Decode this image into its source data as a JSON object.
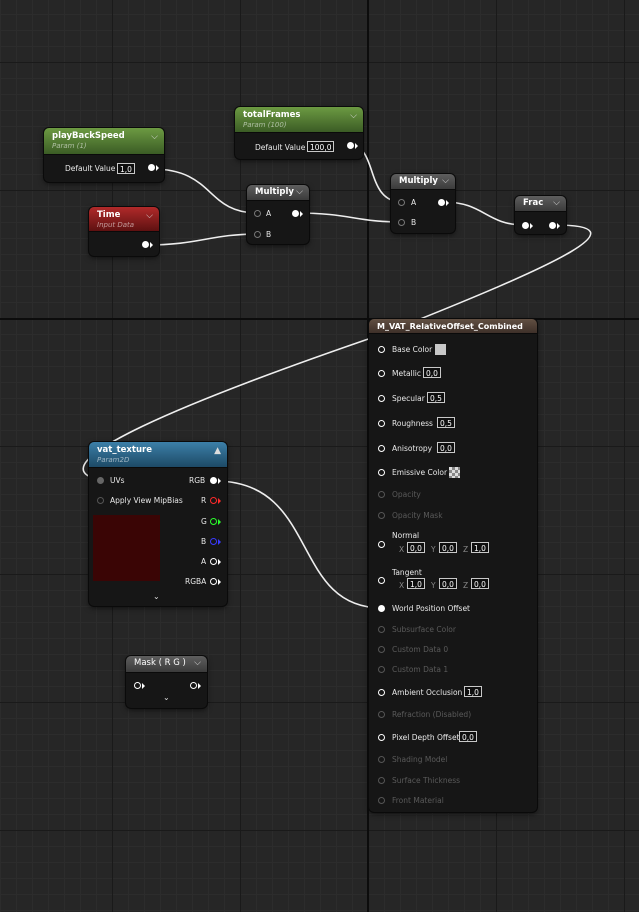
{
  "nodes": {
    "playbackspeed": {
      "title": "playBackSpeed",
      "subtitle": "Param (1)",
      "label": "Default Value",
      "value": "1,0"
    },
    "totalframes": {
      "title": "totalFrames",
      "subtitle": "Param (100)",
      "label": "Default Value",
      "value": "100,0"
    },
    "time": {
      "title": "Time",
      "subtitle": "Input Data"
    },
    "multiply1": {
      "title": "Multiply",
      "pin_a": "A",
      "pin_b": "B"
    },
    "multiply2": {
      "title": "Multiply",
      "pin_a": "A",
      "pin_b": "B"
    },
    "frac": {
      "title": "Frac"
    },
    "vat_texture": {
      "title": "vat_texture",
      "subtitle": "Param2D",
      "uvs": "UVs",
      "mip": "Apply View MipBias",
      "rgb": "RGB",
      "r": "R",
      "g": "G",
      "b": "B",
      "a": "A",
      "rgba": "RGBA"
    },
    "mask": {
      "title": "Mask ( R G )"
    }
  },
  "material": {
    "title": "M_VAT_RelativeOffset_Combined",
    "base_color": "Base Color",
    "metallic": "Metallic",
    "metallic_value": "0,0",
    "specular": "Specular",
    "specular_value": "0,5",
    "roughness": "Roughness",
    "roughness_value": "0,5",
    "anisotropy": "Anisotropy",
    "anisotropy_value": "0,0",
    "emissive": "Emissive Color",
    "opacity": "Opacity",
    "opacity_mask": "Opacity Mask",
    "normal": "Normal",
    "normal_x": "0,0",
    "normal_y": "0,0",
    "normal_z": "1,0",
    "tangent": "Tangent",
    "tangent_x": "1,0",
    "tangent_y": "0,0",
    "tangent_z": "0,0",
    "x_label": "X",
    "y_label": "Y",
    "z_label": "Z",
    "wpo": "World Position Offset",
    "subsurface": "Subsurface Color",
    "custom0": "Custom Data 0",
    "custom1": "Custom Data 1",
    "ao": "Ambient Occlusion",
    "ao_value": "1,0",
    "refraction": "Refraction (Disabled)",
    "pdo": "Pixel Depth Offset",
    "pdo_value": "0,0",
    "shading": "Shading Model",
    "thickness": "Surface Thickness",
    "front": "Front Material"
  },
  "colors": {
    "param_header": "#4f7a31",
    "time_header": "#8e1f1f",
    "texture_header": "#2d6a90",
    "result_header": "#524238",
    "r_pin": "#ff2a2a",
    "g_pin": "#2aff2a",
    "b_pin": "#3a3aff"
  },
  "icons": {
    "chevron": "chevron-down-icon",
    "expand": "chevron-down-icon"
  }
}
